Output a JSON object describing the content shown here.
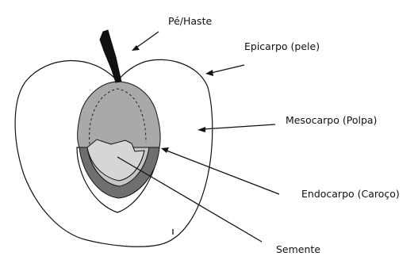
{
  "labels": {
    "stem": "Pé/Haste",
    "epicarp": "Epicarpo (pele)",
    "mesocarp": "Mesocarpo (Polpa)",
    "endocarp": "Endocarpo (Caroço)",
    "seed": "Semente"
  },
  "colors": {
    "background": "#ffffff",
    "outline": "#111111",
    "stem": "#111111",
    "endocarp_upper": "#a9a9a9",
    "endocarp_lower": "#6f6f6f",
    "seed": "#d6d6d6",
    "mesocarp": "#ffffff"
  }
}
